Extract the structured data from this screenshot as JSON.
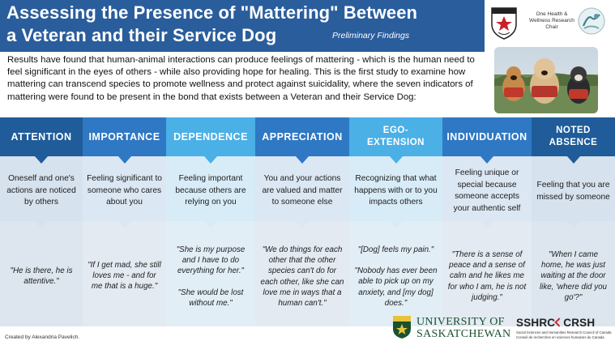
{
  "header": {
    "title_line1": "Assessing the Presence of \"Mattering\" Between",
    "title_line2": "a Veteran and their Service Dog",
    "subtitle": "Preliminary Findings",
    "chair_text": "One Health & Wellness Research Chair"
  },
  "intro": "Results have found that human-animal interactions can produce feelings of mattering - which is the human need to feel significant in the eyes of others - while also providing hope for healing. This is the first study to examine how mattering can transcend species to promote wellness and protect against suicidality, where the seven indicators of mattering were found to be present in the bond that exists between a Veteran and their Service Dog:",
  "columns": [
    {
      "heading": "ATTENTION",
      "description": "Oneself and one's actions are noticed by others",
      "quotes": [
        "\"He is there, he is attentive.\""
      ],
      "colors": {
        "head": "#1f5c99",
        "desc": "#d6e2ee",
        "quote": "#dde6ee"
      }
    },
    {
      "heading": "IMPORTANCE",
      "description": "Feeling significant to someone who cares about you",
      "quotes": [
        "\"If I get mad, she still loves me - and for me that is a huge.\""
      ],
      "colors": {
        "head": "#2f78c4",
        "desc": "#dbe7f3",
        "quote": "#e3eaf1"
      }
    },
    {
      "heading": "DEPENDENCE",
      "description": "Feeling important because others are relying on you",
      "quotes": [
        "\"She is my purpose and I have to do everything for her.\"",
        "\"She would be lost without me.\""
      ],
      "colors": {
        "head": "#4ab0e6",
        "desc": "#d8ecf8",
        "quote": "#e2eef6"
      }
    },
    {
      "heading": "APPRECIATION",
      "description": "You and your actions are valued and matter to someone else",
      "quotes": [
        "\"We do things for each other that the other species can't do for each other, like she can love me in ways that a human can't.\""
      ],
      "colors": {
        "head": "#2f78c4",
        "desc": "#dbe7f3",
        "quote": "#e3eaf1"
      }
    },
    {
      "heading": "EGO-\nEXTENSION",
      "description": "Recognizing that what happens with or to you impacts others",
      "quotes": [
        "\"[Dog] feels my pain.\"",
        "\"Nobody has ever been able to pick up on my anxiety, and [my dog] does.\""
      ],
      "colors": {
        "head": "#4ab0e6",
        "desc": "#d8ecf8",
        "quote": "#e2eef6"
      }
    },
    {
      "heading": "INDIVIDUATION",
      "description": "Feeling unique or special because someone accepts your authentic self",
      "quotes": [
        "\"There is a sense of peace and a sense of calm and he likes me for who I am, he is not judging.\""
      ],
      "colors": {
        "head": "#2f78c4",
        "desc": "#dbe7f3",
        "quote": "#e3eaf1"
      }
    },
    {
      "heading": "NOTED\nABSENCE",
      "description": "Feeling that you are missed by someone",
      "quotes": [
        "\"When I came home, he was just waiting at the door like, 'where did you go'?\""
      ],
      "colors": {
        "head": "#1f5c99",
        "desc": "#d6e2ee",
        "quote": "#dde6ee"
      }
    }
  ],
  "footer": {
    "credit": "Created by Alexandria Pavelich.",
    "usask_line1": "UNIVERSITY OF",
    "usask_line2": "SASKATCHEWAN",
    "sshrc_left": "SSHRC",
    "sshrc_right": "CRSH",
    "sshrc_line1": "Social Sciences and Humanities Research Council of Canada",
    "sshrc_line2": "Conseil de recherches en sciences humaines du Canada"
  },
  "colors": {
    "title_bar": "#2a5d9c",
    "usask_green": "#1a5230",
    "sshrc_red": "#d9232e"
  }
}
